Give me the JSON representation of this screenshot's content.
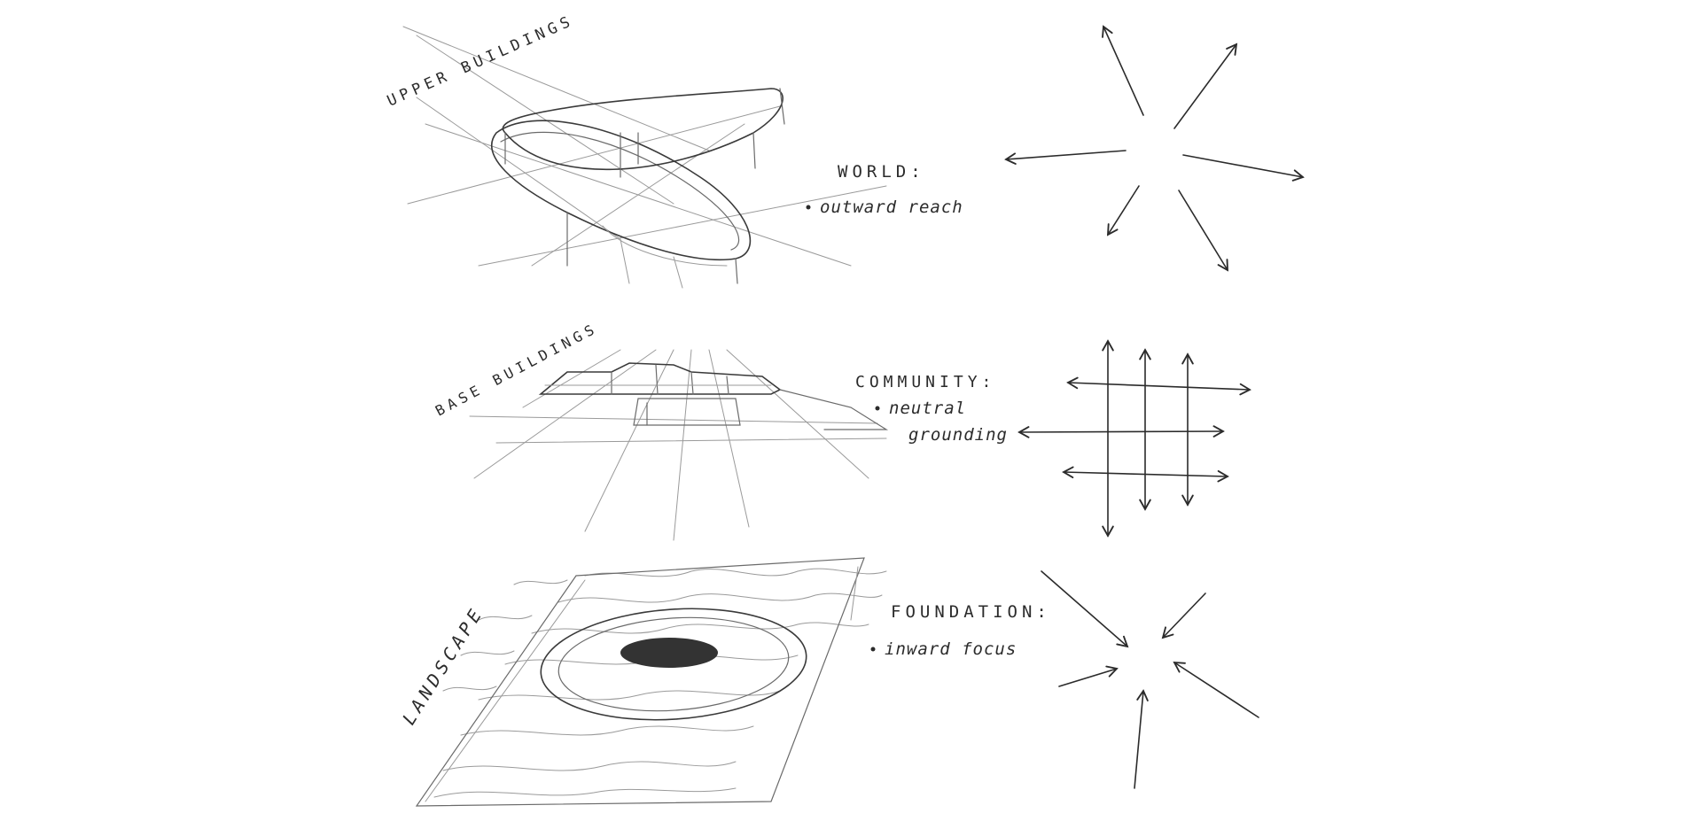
{
  "sketch": {
    "sections": [
      {
        "side_label": "UPPER BUILDINGS",
        "heading": "WORLD:",
        "bullets": [
          "outward reach"
        ]
      },
      {
        "side_label": "BASE BUILDINGS",
        "heading": "COMMUNITY:",
        "bullets": [
          "neutral",
          "grounding"
        ]
      },
      {
        "side_label": "LANDSCAPE",
        "heading": "FOUNDATION:",
        "bullets": [
          "inward focus"
        ]
      }
    ]
  }
}
